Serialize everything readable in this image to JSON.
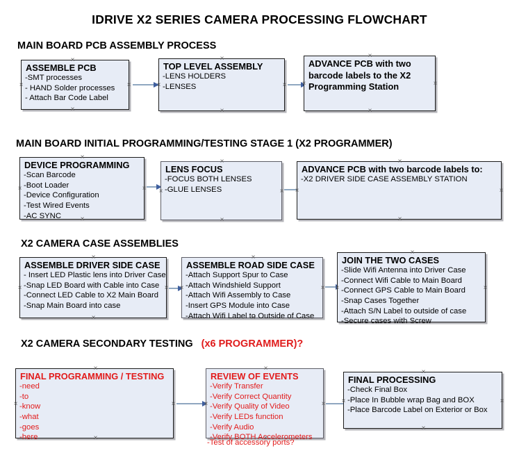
{
  "document": {
    "title": "IDRIVE X2  SERIES CAMERA PROCESSING FLOWCHART"
  },
  "colors": {
    "box_fill": "#e7ecf6",
    "box_border": "#1b1b1b",
    "connector": "#8fa7c0",
    "arrow_head": "#3f5f9e",
    "text": "#000000",
    "accent_red": "#e21b1b"
  },
  "sections": [
    {
      "heading": "MAIN BOARD PCB ASSEMBLY PROCESS",
      "heading_accent": "",
      "boxes": [
        {
          "title": "ASSEMBLE PCB",
          "items": [
            "-SMT processes",
            "- HAND Solder processes",
            "- Attach Bar Code Label"
          ]
        },
        {
          "title": "TOP LEVEL ASSEMBLY",
          "items": [
            "-LENS HOLDERS",
            "-LENSES"
          ]
        },
        {
          "title": "ADVANCE PCB with two barcode labels to the  X2 Programming Station",
          "items": []
        }
      ]
    },
    {
      "heading": "MAIN BOARD INITIAL PROGRAMMING/TESTING STAGE 1 (X2 PROGRAMMER)",
      "heading_accent": "",
      "boxes": [
        {
          "title": "DEVICE PROGRAMMING",
          "items": [
            "-Scan Barcode",
            "-Boot Loader",
            "-Device Configuration",
            "-Test Wired Events",
            "-AC SYNC"
          ]
        },
        {
          "title": "LENS FOCUS",
          "items": [
            "-FOCUS BOTH LENSES",
            "-GLUE LENSES"
          ]
        },
        {
          "title": "ADVANCE PCB with two barcode labels to:",
          "items": [
            "-X2 DRIVER  SIDE  CASE  ASSEMBLY STATION"
          ]
        }
      ]
    },
    {
      "heading": "X2 CAMERA CASE ASSEMBLIES",
      "heading_accent": "",
      "boxes": [
        {
          "title": "ASSEMBLE DRIVER SIDE CASE",
          "items": [
            "- Insert LED Plastic lens into Driver Case",
            "-Snap LED Board with Cable into Case",
            "-Connect LED Cable to X2 Main Board",
            "-Snap Main Board into case"
          ]
        },
        {
          "title": "ASSEMBLE ROAD SIDE CASE",
          "items": [
            "-Attach Support Spur to Case",
            "-Attach Windshield Support",
            "-Attach Wifi Assembly to Case",
            "-Insert GPS Module into Case",
            "-Attach Wifi Label to Outside of Case"
          ]
        },
        {
          "title": "JOIN THE TWO CASES",
          "items": [
            "-Slide Wifi Antenna into Driver Case",
            "-Connect Wifi Cable to Main Board",
            "-Connect GPS Cable to Main Board",
            "-Snap Cases Together",
            "-Attach S/N Label to outside of case",
            "-Secure cases with Screw"
          ]
        }
      ]
    },
    {
      "heading": "X2 CAMERA SECONDARY TESTING",
      "heading_accent": "(x6 PROGRAMMER)?",
      "boxes": [
        {
          "title": "FINAL PROGRAMMING / TESTING",
          "items": [
            "-need",
            "-to",
            "-know",
            "-what",
            "-goes",
            "-here"
          ]
        },
        {
          "title": "REVIEW OF EVENTS",
          "items": [
            "-Verify Transfer",
            "-Verify Correct Quantity",
            "-Verify Quality of Video",
            "-Verify LEDs function",
            "-Verify Audio",
            "-Verify BOTH Accelerometers"
          ],
          "overflow_item": "-Test of accessory ports?"
        },
        {
          "title": "FINAL PROCESSING",
          "items": [
            " -Check Final Box",
            "-Place In Bubble wrap Bag and BOX",
            "-Place Barcode Label on Exterior or Box"
          ]
        }
      ]
    }
  ]
}
